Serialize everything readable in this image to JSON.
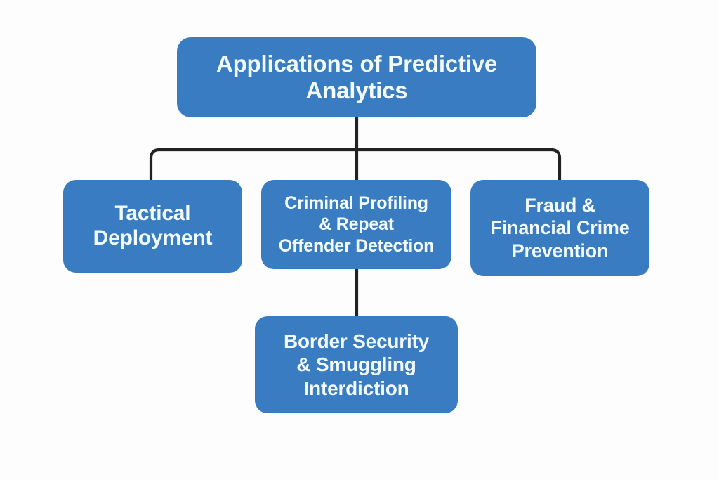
{
  "diagram": {
    "title": "Applications of Predictive Analytics",
    "type": "hierarchy-tree",
    "background_color": "#fdfdfd",
    "node_color": "#3a7cc1",
    "node_text_color": "#f2fbfd",
    "connector_color": "#222222",
    "root": {
      "id": "root",
      "label": "Applications of Predictive Analytics"
    },
    "children": [
      {
        "id": "tactical-deployment",
        "label": "Tactical\nDeployment"
      },
      {
        "id": "criminal-profiling",
        "label": "Criminal Profiling\n& Repeat\nOffender Detection"
      },
      {
        "id": "fraud-prevention",
        "label": "Fraud &\nFinancial Crime\nPrevention"
      }
    ],
    "grandchildren": [
      {
        "id": "border-security",
        "parent": "criminal-profiling",
        "label": "Border Security\n& Smuggling\nInterdiction"
      }
    ]
  }
}
